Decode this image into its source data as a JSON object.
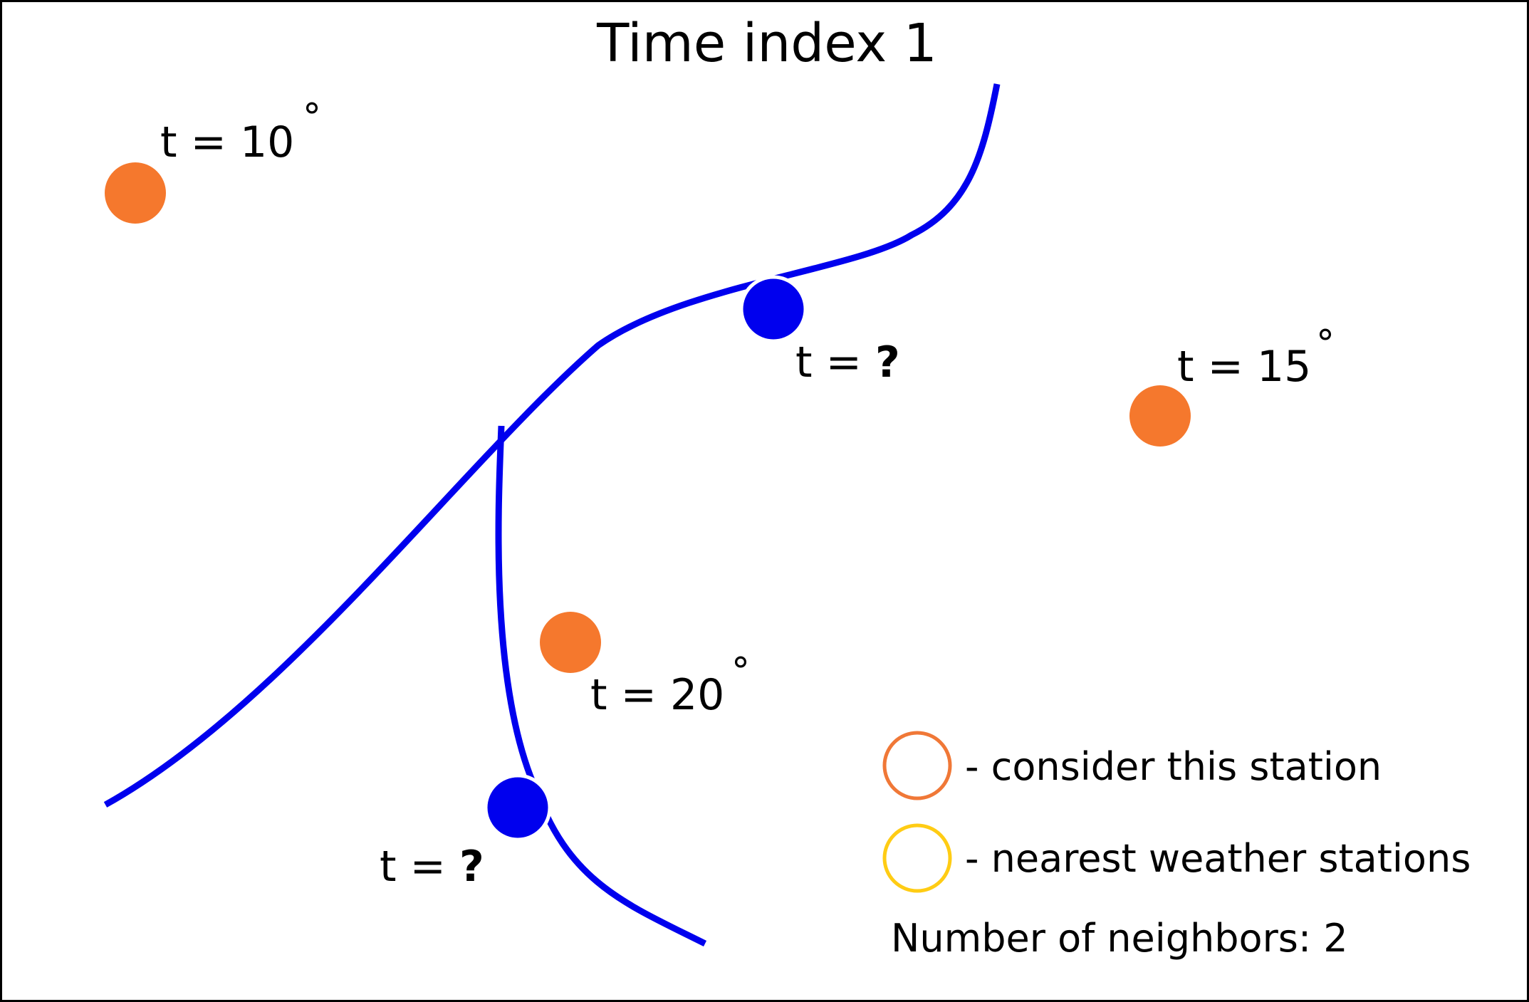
{
  "title": "Time index 1",
  "colors": {
    "river": "#0000ee",
    "station": "#f5782d",
    "station_outline": "#f07837",
    "nearest_outline": "#ffcc14",
    "point": "#0000ee",
    "frame": "#000000"
  },
  "stations": [
    {
      "name": "station-northwest",
      "text_prefix": "t = ",
      "value": "10",
      "degree": "°"
    },
    {
      "name": "station-east",
      "text_prefix": "t = ",
      "value": "15",
      "degree": "°"
    },
    {
      "name": "station-south",
      "text_prefix": "t = ",
      "value": "20",
      "degree": "°"
    }
  ],
  "query_points": [
    {
      "name": "query-point-upper",
      "text_prefix": "t = ",
      "value": "?"
    },
    {
      "name": "query-point-lower",
      "text_prefix": "t = ",
      "value": "?"
    }
  ],
  "legend": {
    "consider_label": "- consider this station",
    "nearest_label": "- nearest weather stations",
    "neighbors_label": "Number of neighbors: 2"
  },
  "icons": {
    "station": "filled-circle",
    "query_point": "filled-circle",
    "consider": "ring",
    "nearest": "ring"
  }
}
